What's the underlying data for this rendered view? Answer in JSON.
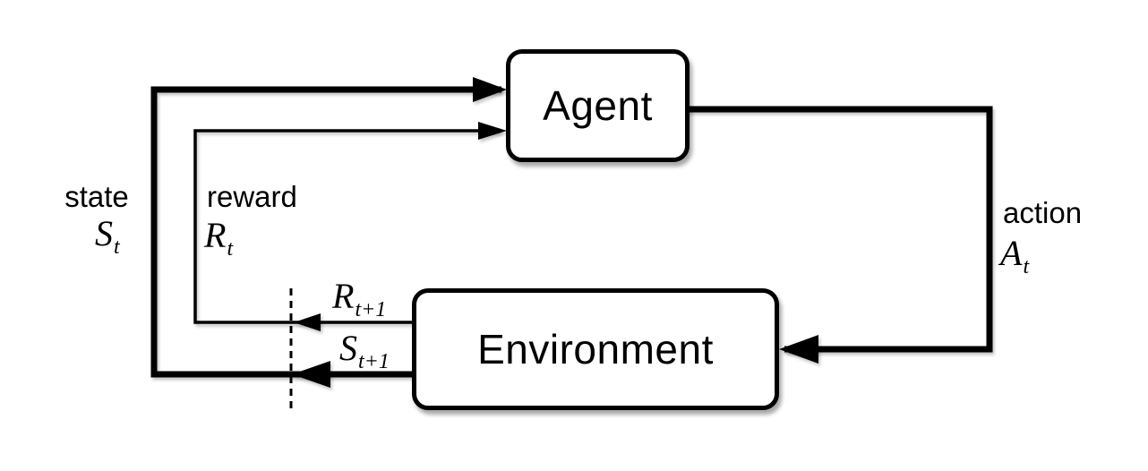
{
  "boxes": {
    "agent": "Agent",
    "environment": "Environment"
  },
  "labels": {
    "state": {
      "word": "state",
      "symbol": "S",
      "sub": "t"
    },
    "reward": {
      "word": "reward",
      "symbol": "R",
      "sub": "t"
    },
    "action": {
      "word": "action",
      "symbol": "A",
      "sub": "t"
    },
    "next_reward": {
      "symbol": "R",
      "sub": "t+1"
    },
    "next_state": {
      "symbol": "S",
      "sub": "t+1"
    }
  },
  "edges": [
    {
      "name": "action",
      "from": "Agent",
      "to": "Environment",
      "label": "action A_t",
      "weight": "thick"
    },
    {
      "name": "state",
      "from": "Environment",
      "to": "Agent",
      "label": "state S_t / S_t+1",
      "weight": "thick"
    },
    {
      "name": "reward",
      "from": "Environment",
      "to": "Agent",
      "label": "reward R_t / R_t+1",
      "weight": "thin"
    },
    {
      "name": "time-boundary",
      "style": "dashed-vertical"
    }
  ],
  "colors": {
    "background": "#ffffff",
    "line": "#000000",
    "box_fill": "#ffffff",
    "box_border": "#000000",
    "text": "#000000"
  }
}
